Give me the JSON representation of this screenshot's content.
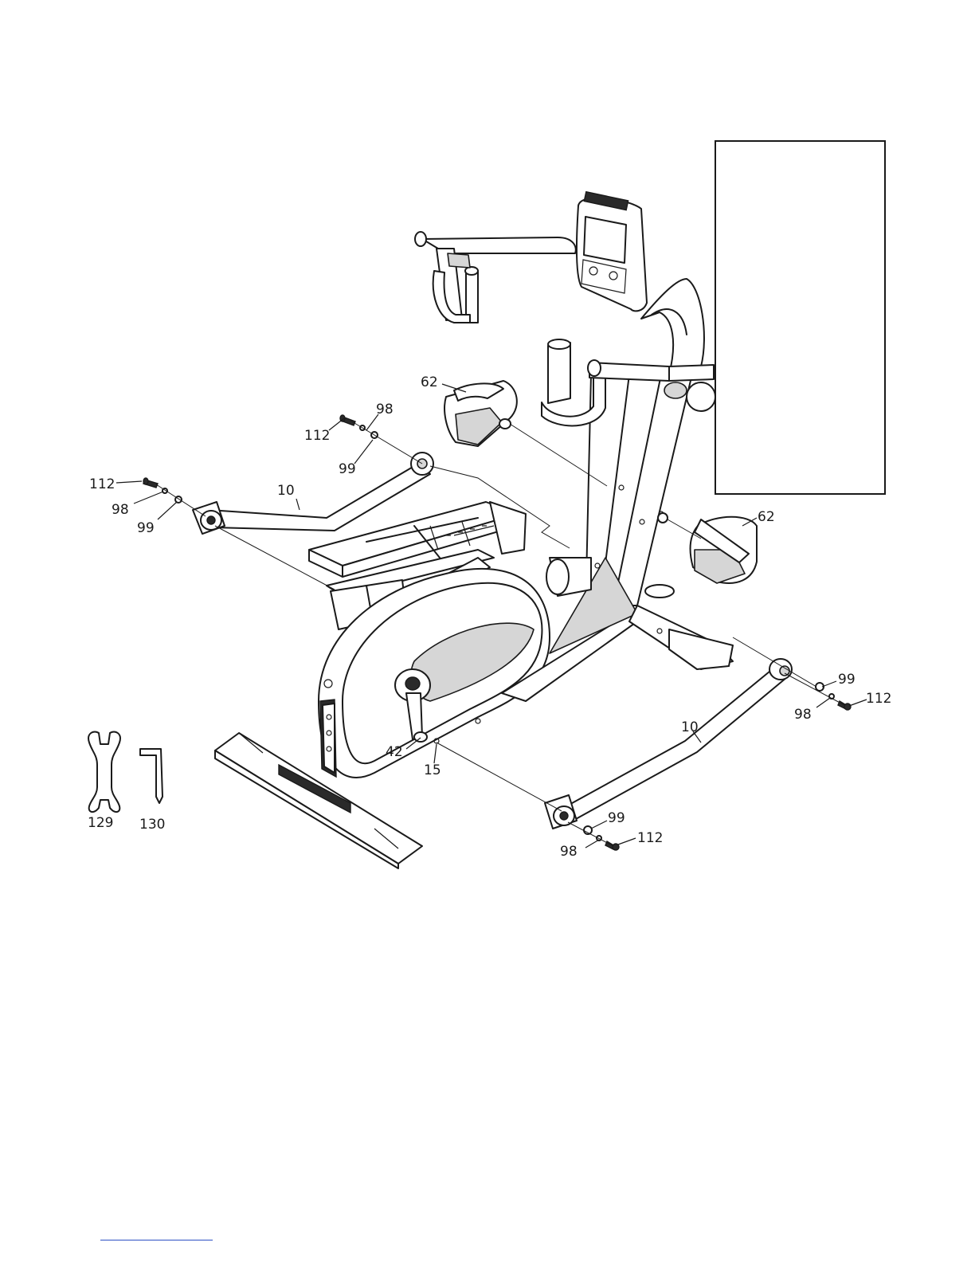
{
  "callouts": {
    "handlebar_mount": "62",
    "handlebar_mount_right": "62",
    "stabilizer_front": "10",
    "stabilizer_rear": "10",
    "bolt_tl": "112",
    "washer_split_tl": "98",
    "washer_flat_tl": "99",
    "bolt_l": "112",
    "washer_split_l": "98",
    "washer_flat_l": "99",
    "bolt_r": "112",
    "washer_split_r": "98",
    "washer_flat_r": "99",
    "bolt_b": "112",
    "washer_split_b": "98",
    "washer_flat_b": "99",
    "crank": "42",
    "crank_axle": "15"
  },
  "tools": {
    "wrench": "129",
    "allen_key": "130"
  }
}
